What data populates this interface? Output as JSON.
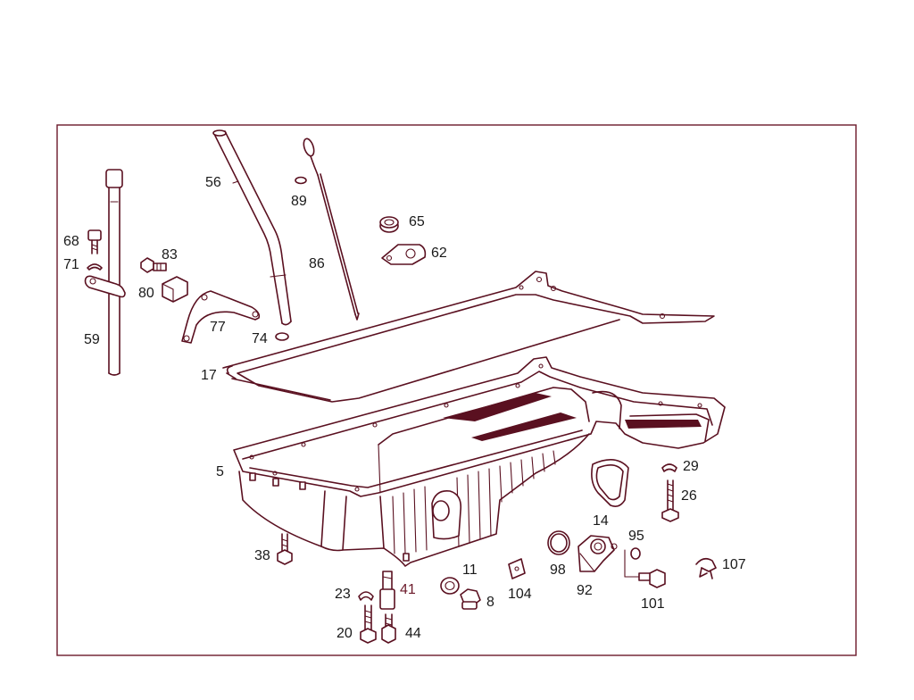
{
  "diagram": {
    "callouts": {
      "c5": "5",
      "c8": "8",
      "c11": "11",
      "c14": "14",
      "c17": "17",
      "c20": "20",
      "c23": "23",
      "c26": "26",
      "c29": "29",
      "c38": "38",
      "c41": "41",
      "c44": "44",
      "c56": "56",
      "c59": "59",
      "c62": "62",
      "c65": "65",
      "c68": "68",
      "c71": "71",
      "c74": "74",
      "c77": "77",
      "c80": "80",
      "c83": "83",
      "c86": "86",
      "c89": "89",
      "c92": "92",
      "c95": "95",
      "c98": "98",
      "c101": "101",
      "c104": "104",
      "c107": "107"
    },
    "colors": {
      "frame": "#6b1a2a",
      "linework": "#5a1020",
      "text": "#1a1a1a"
    }
  }
}
